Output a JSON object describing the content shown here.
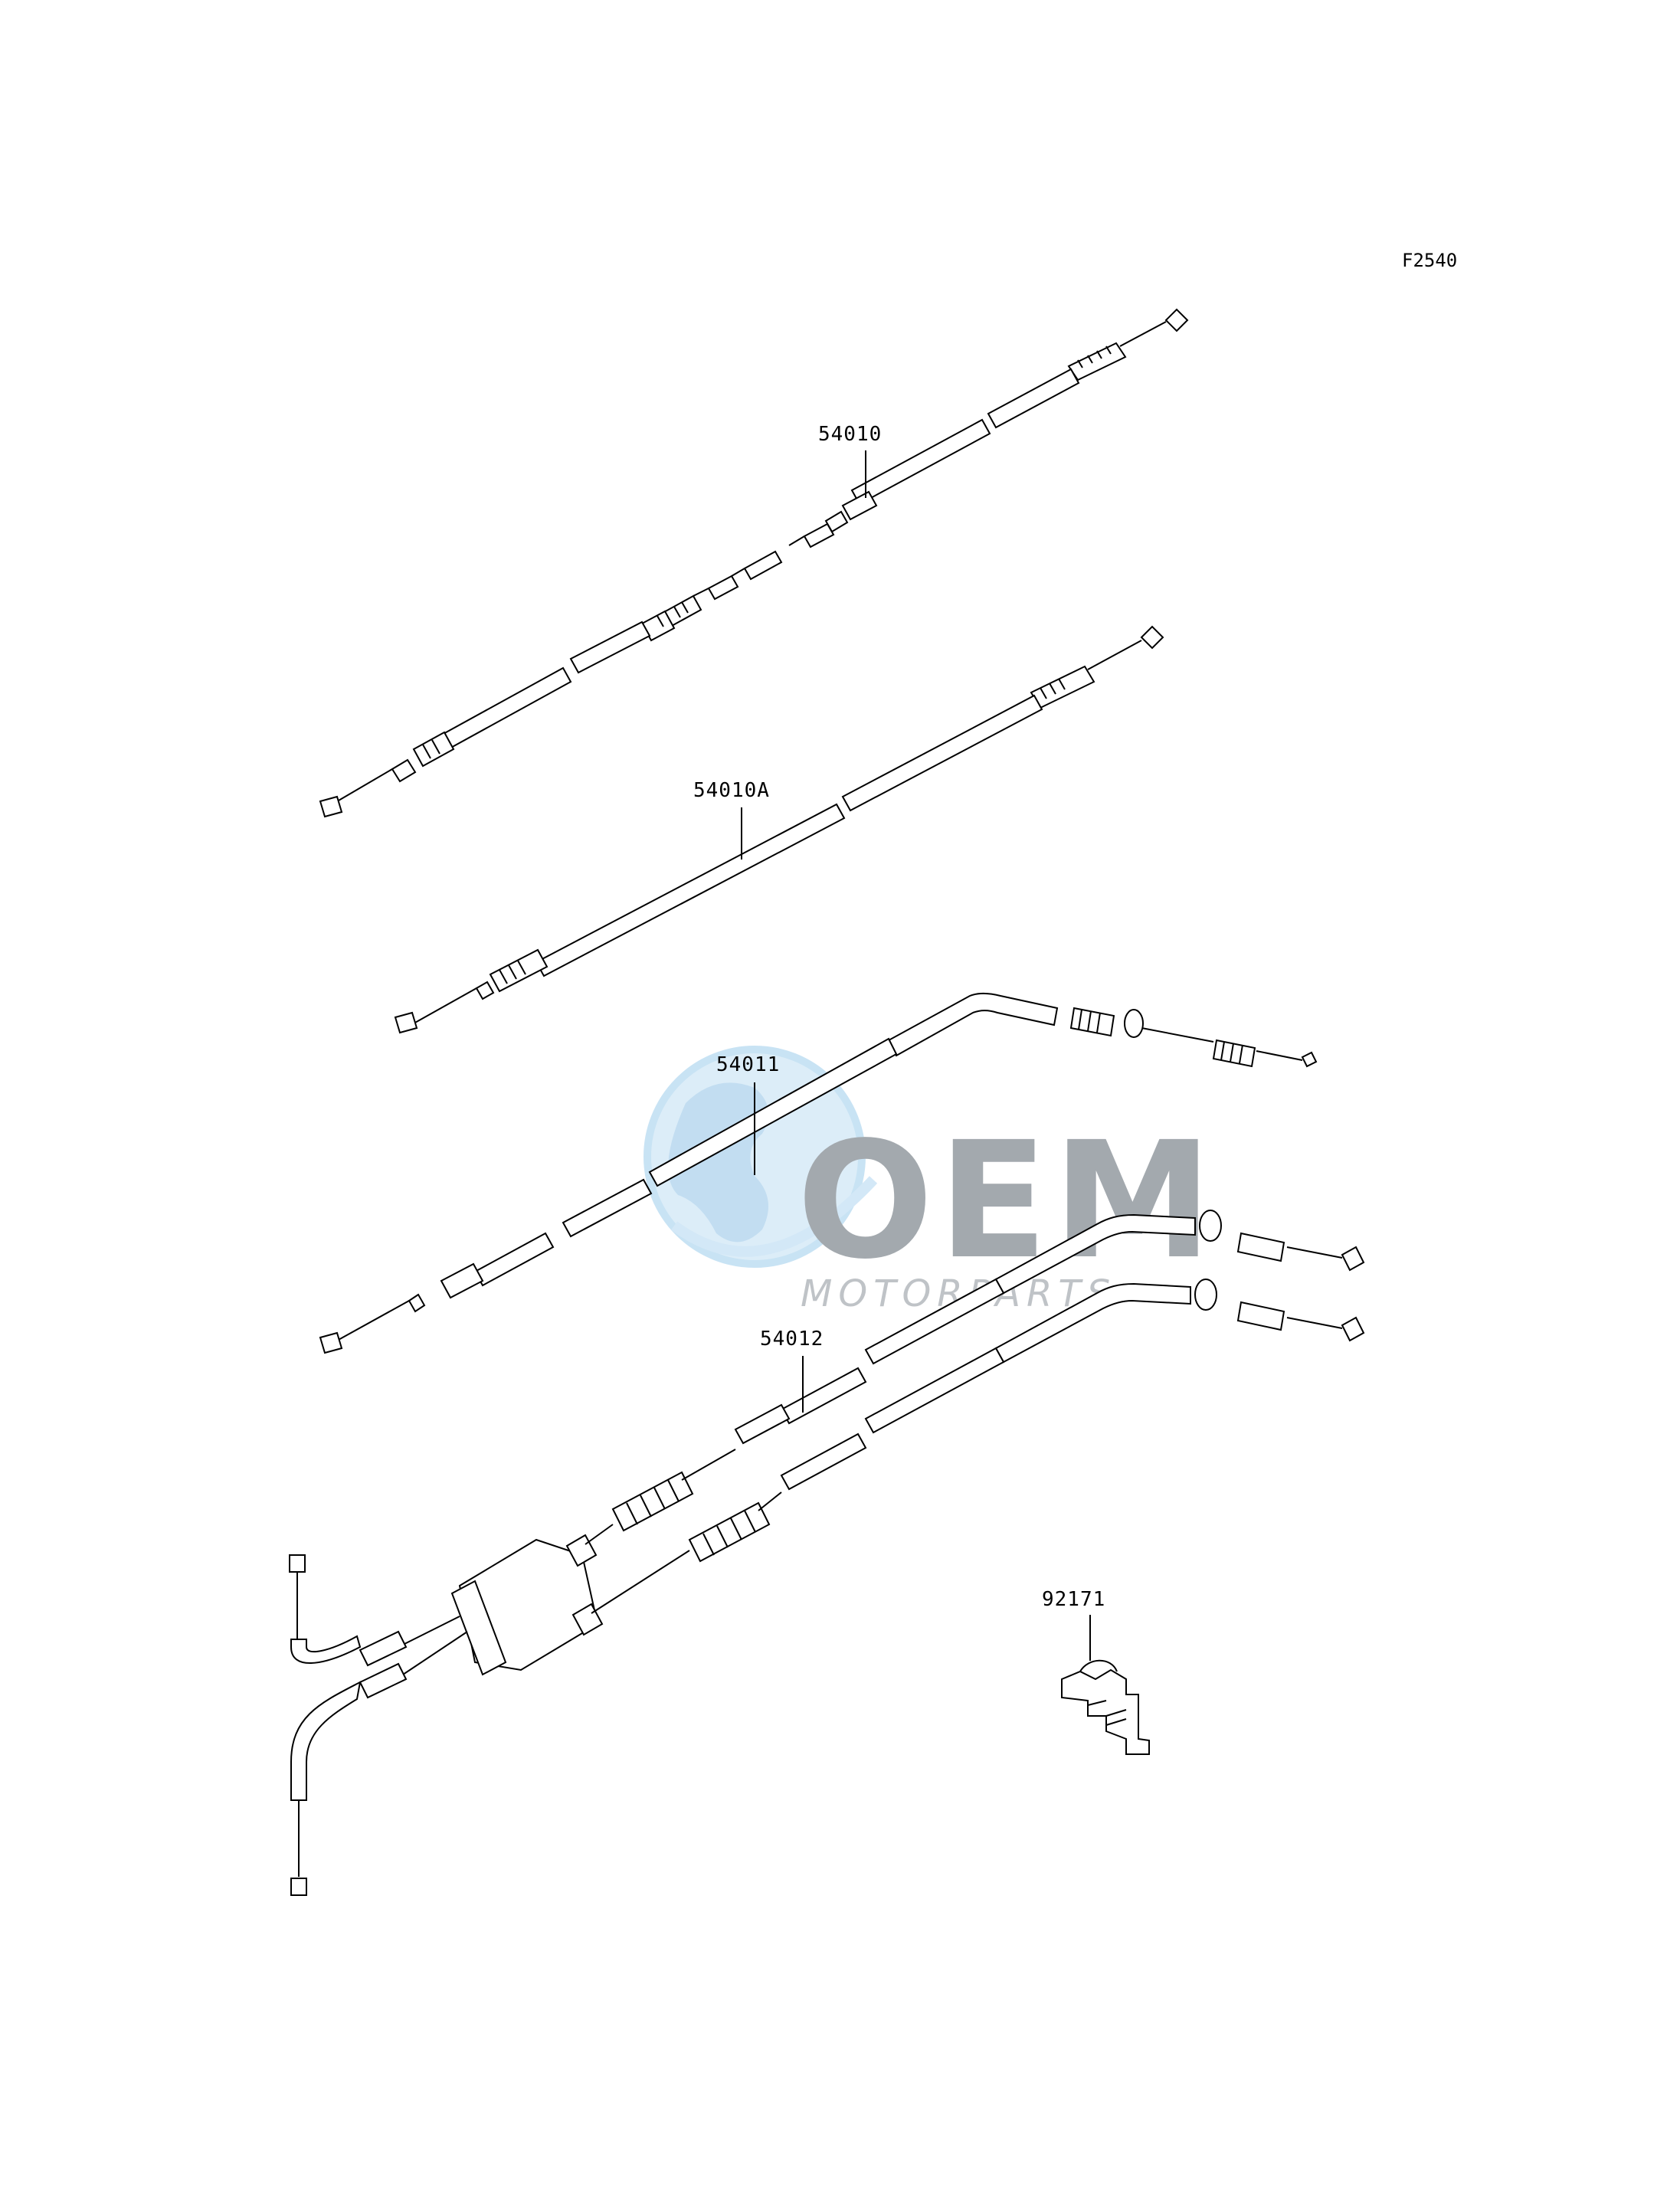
{
  "diagram": {
    "figure_code": "F2540",
    "parts": [
      {
        "part_number": "54010"
      },
      {
        "part_number": "54010A"
      },
      {
        "part_number": "54011"
      },
      {
        "part_number": "54012"
      },
      {
        "part_number": "92171"
      }
    ]
  },
  "watermark": {
    "brand": "OEM",
    "subtitle": "MOTORPARTS",
    "globe_color": "#cfe6f7",
    "text_color": "#9aa0a6"
  }
}
